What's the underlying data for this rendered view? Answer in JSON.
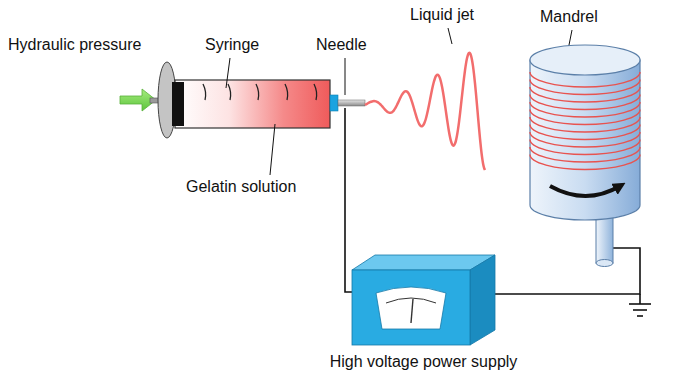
{
  "diagram": {
    "nodes": [
      {
        "text": [
          "High voltage power supply"
        ]
      }
    ],
    "labels": [
      "Hydraulic pressure",
      "Syringe",
      "Needle",
      "Liquid jet",
      "Mandrel",
      "Gelatin solution"
    ]
  }
}
